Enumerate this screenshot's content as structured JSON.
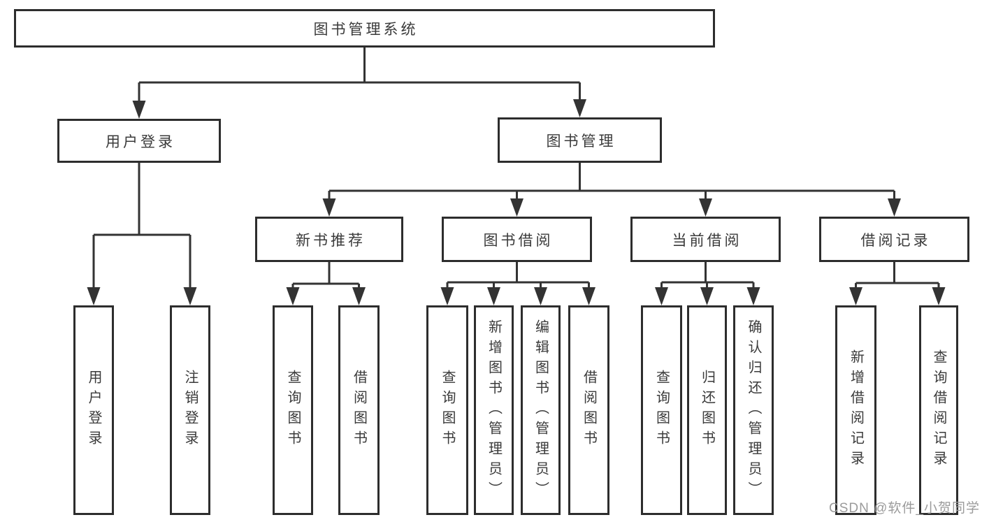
{
  "diagram": {
    "kind": "function-structure-tree",
    "orientation": "top-down"
  },
  "tree": {
    "label": "图书管理系统",
    "children": [
      {
        "label": "用户登录",
        "children": [
          {
            "label": "用户登录"
          },
          {
            "label": "注销登录"
          }
        ]
      },
      {
        "label": "图书管理",
        "children": [
          {
            "label": "新书推荐",
            "children": [
              {
                "label": "查询图书"
              },
              {
                "label": "借阅图书"
              }
            ]
          },
          {
            "label": "图书借阅",
            "children": [
              {
                "label": "查询图书"
              },
              {
                "label": "新增图书（管理员）"
              },
              {
                "label": "编辑图书（管理员）"
              },
              {
                "label": "借阅图书"
              }
            ]
          },
          {
            "label": "当前借阅",
            "children": [
              {
                "label": "查询图书"
              },
              {
                "label": "归还图书"
              },
              {
                "label": "确认归还（管理员）"
              }
            ]
          },
          {
            "label": "借阅记录",
            "children": [
              {
                "label": "新增借阅记录"
              },
              {
                "label": "查询借阅记录"
              }
            ]
          }
        ]
      }
    ]
  },
  "watermark": {
    "text": "CSDN @软件_小贺同学"
  },
  "colors": {
    "background": "#ffffff",
    "line": "#333333",
    "box_border": "#2d2d2d",
    "box_fill": "#ffffff",
    "text": "#3a3a3a",
    "watermark": "#9b9b9b"
  }
}
